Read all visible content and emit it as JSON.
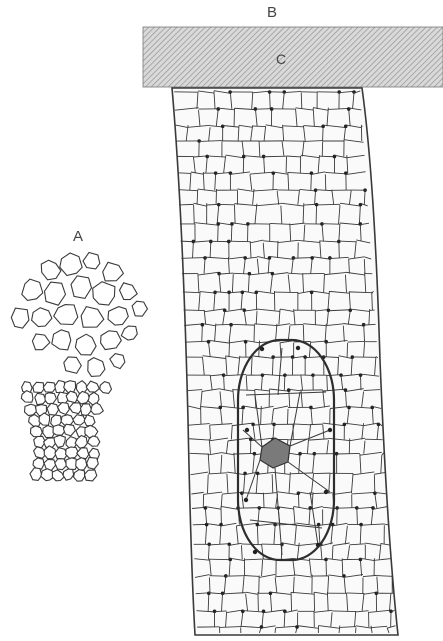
{
  "labels": {
    "a": "A",
    "b": "B",
    "c": "C"
  },
  "colors": {
    "ink": "#3a3a3a",
    "band": "#cfcfcf",
    "nucleus": "#7a7a7a",
    "paper": "#ffffff"
  }
}
